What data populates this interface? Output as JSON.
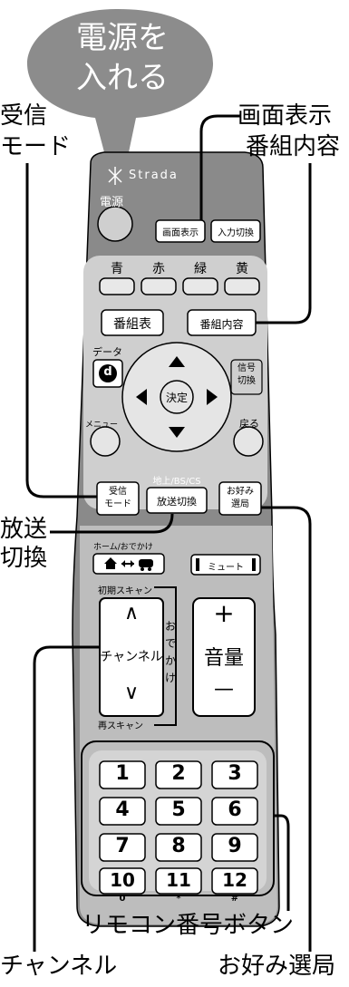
{
  "speech_bubble": {
    "line1": "電源を",
    "line2": "入れる"
  },
  "callouts": {
    "receive_mode_1": "受信",
    "receive_mode_2": "モード",
    "screen_display": "画面表示",
    "program_content": "番組内容",
    "broadcast_1": "放送",
    "broadcast_2": "切換",
    "remote_numbers": "リモコン番号ボタン",
    "channel": "チャンネル",
    "favorite": "お好み選局"
  },
  "remote": {
    "brand": "Strada",
    "power": "電源",
    "btn_screen": "画面表示",
    "btn_input": "入力切換",
    "colors": [
      {
        "label": "青",
        "color": "#e8e8e8"
      },
      {
        "label": "赤",
        "color": "#e8e8e8"
      },
      {
        "label": "緑",
        "color": "#e8e8e8"
      },
      {
        "label": "黄",
        "color": "#e8e8e8"
      }
    ],
    "btn_program_table": "番組表",
    "btn_program_content": "番組内容",
    "data": "データ",
    "data_btn": "d",
    "decide": "決定",
    "signal_1": "信号",
    "signal_2": "切換",
    "menu": "メニュー",
    "back": "戻る",
    "receive_1": "受信",
    "receive_2": "モード",
    "broadcast_header": "地上/BS/CS",
    "broadcast_btn": "放送切換",
    "favorite_1": "お好み",
    "favorite_2": "選局",
    "home_label": "ホーム/おでかけ",
    "mute": "ミュート",
    "init_scan": "初期スキャン",
    "channel_up": "∧",
    "channel": "チャンネル",
    "channel_down": "∨",
    "rescan": "再スキャン",
    "odekake": [
      "お",
      "で",
      "か",
      "け"
    ],
    "vol_plus": "+",
    "volume": "音量",
    "vol_minus": "—",
    "keys": [
      "1",
      "2",
      "3",
      "4",
      "5",
      "6",
      "7",
      "8",
      "9",
      "10",
      "11",
      "12"
    ],
    "sublabels": [
      "0",
      "*",
      "#"
    ]
  },
  "colors": {
    "bubble": "#8c8c8c",
    "body": "#8a8a8a",
    "panel": "#cfcfcf",
    "keypad": "#d4d4d4"
  }
}
